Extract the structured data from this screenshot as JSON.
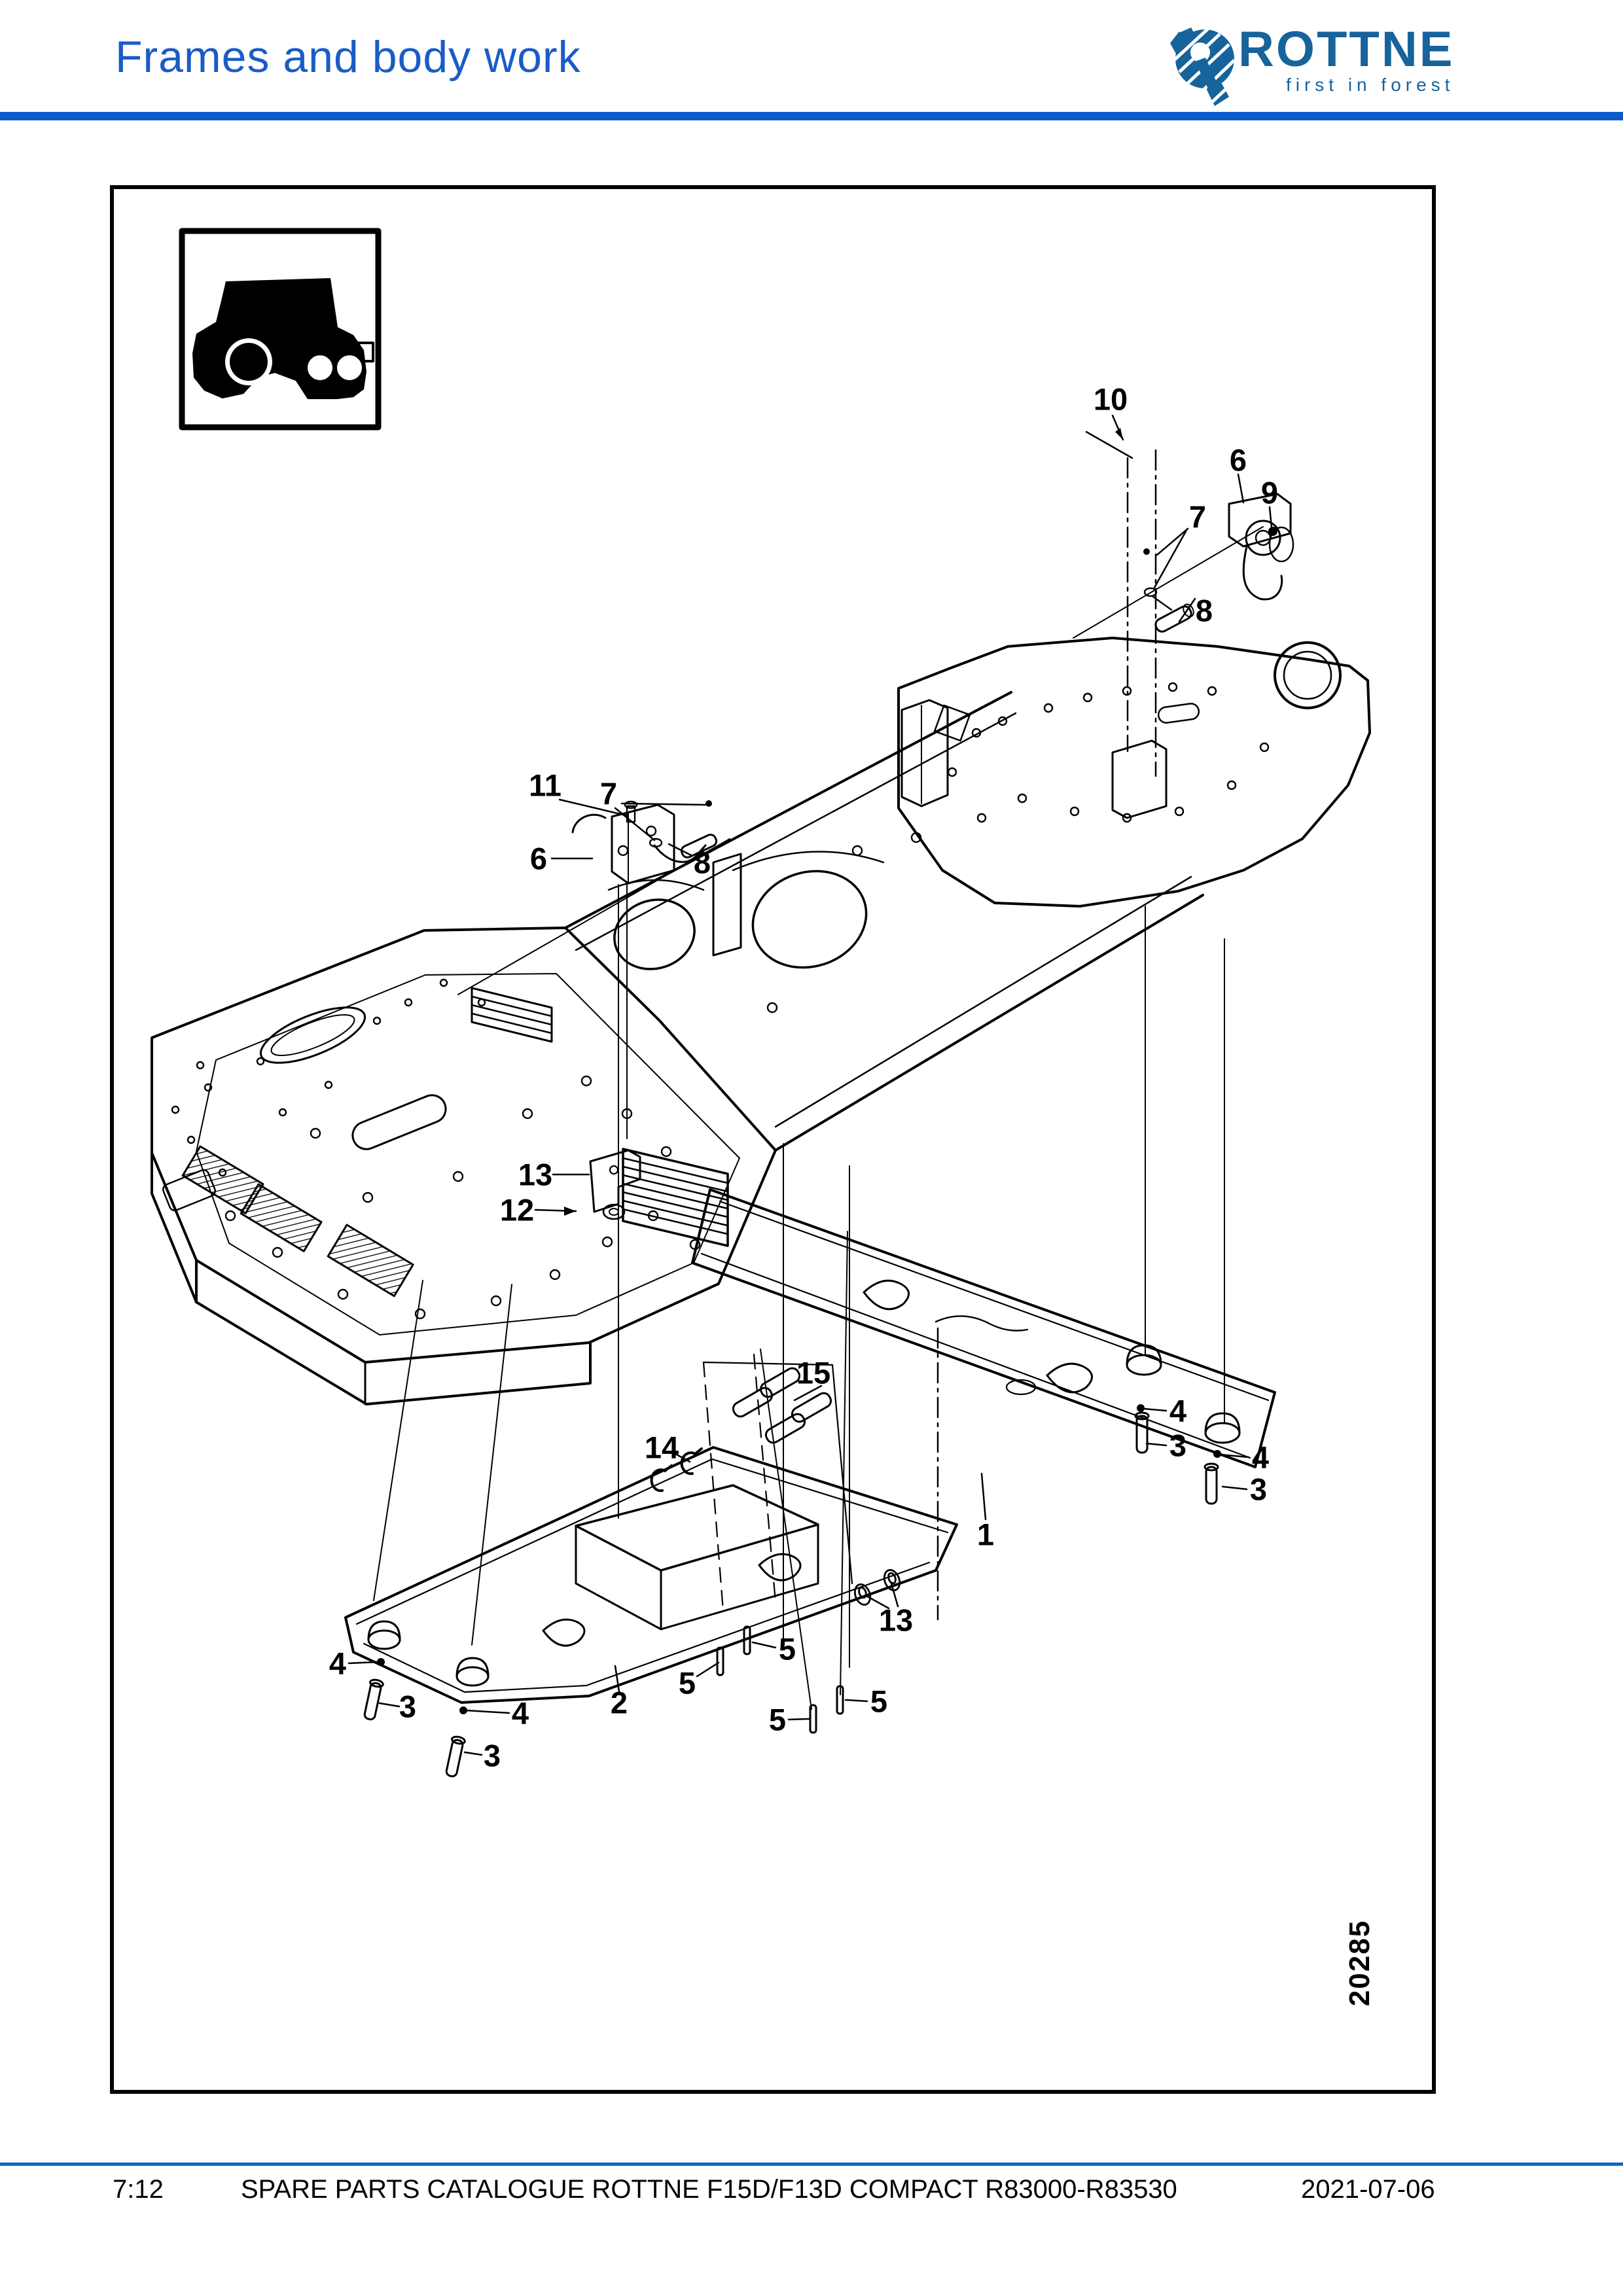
{
  "header": {
    "title": "Frames and body work",
    "logo_brand": "ROTTNE",
    "logo_tagline": "first in forest"
  },
  "figure": {
    "number": "20285",
    "description": "Exploded isometric line drawing of the rear frame with belly plates, mounting rubbers, bolts, pins and latches",
    "inset_icon": "forwarder-rear-frame-highlight-icon"
  },
  "callouts": [
    {
      "label": "10"
    },
    {
      "label": "6"
    },
    {
      "label": "9"
    },
    {
      "label": "7"
    },
    {
      "label": "8"
    },
    {
      "label": "11"
    },
    {
      "label": "7"
    },
    {
      "label": "6"
    },
    {
      "label": "8"
    },
    {
      "label": "13"
    },
    {
      "label": "12"
    },
    {
      "label": "15"
    },
    {
      "label": "14"
    },
    {
      "label": "4"
    },
    {
      "label": "3"
    },
    {
      "label": "4"
    },
    {
      "label": "3"
    },
    {
      "label": "1"
    },
    {
      "label": "13"
    },
    {
      "label": "4"
    },
    {
      "label": "3"
    },
    {
      "label": "4"
    },
    {
      "label": "3"
    },
    {
      "label": "2"
    },
    {
      "label": "5"
    },
    {
      "label": "5"
    },
    {
      "label": "5"
    },
    {
      "label": "5"
    }
  ],
  "footer": {
    "page_ref": "7:12",
    "catalogue_title": "SPARE PARTS CATALOGUE ROTTNE F15D/F13D COMPACT R83000-R83530",
    "date": "2021-07-06"
  },
  "colors": {
    "title_blue": "#1a5cc6",
    "divider_blue": "#0a5dc8",
    "logo_blue": "#17639b",
    "ink": "#000000"
  }
}
